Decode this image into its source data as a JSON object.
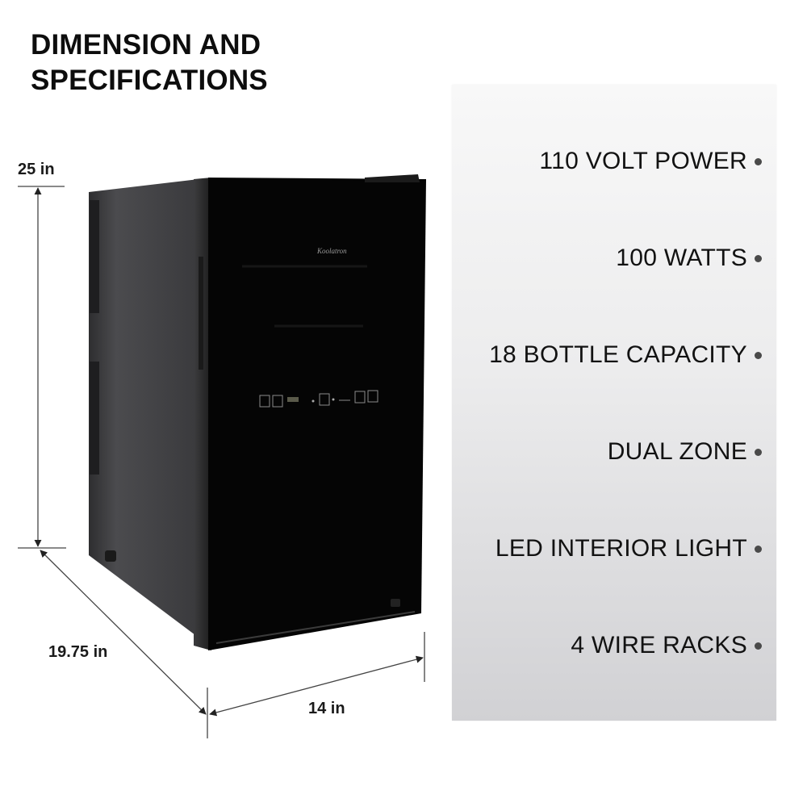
{
  "header": {
    "title_line1": "DIMENSION AND",
    "title_line2": "SPECIFICATIONS"
  },
  "dimensions": {
    "height": "25 in",
    "depth": "19.75 in",
    "width": "14 in"
  },
  "product": {
    "name": "dual-zone wine cooler",
    "brand_logo_text": "Koolatron",
    "colors": {
      "body": "#3a3a3c",
      "door": "#050505",
      "frame": "#2a2a2a"
    }
  },
  "specs": {
    "items": [
      {
        "label": "110 VOLT POWER"
      },
      {
        "label": "100 WATTS"
      },
      {
        "label": "18 BOTTLE CAPACITY"
      },
      {
        "label": "DUAL ZONE"
      },
      {
        "label": "LED INTERIOR LIGHT"
      },
      {
        "label": "4 WIRE RACKS"
      }
    ],
    "bullet_color": "#4a4a4a",
    "panel_gradient": [
      "#f8f8f8",
      "#d1d1d4"
    ]
  }
}
